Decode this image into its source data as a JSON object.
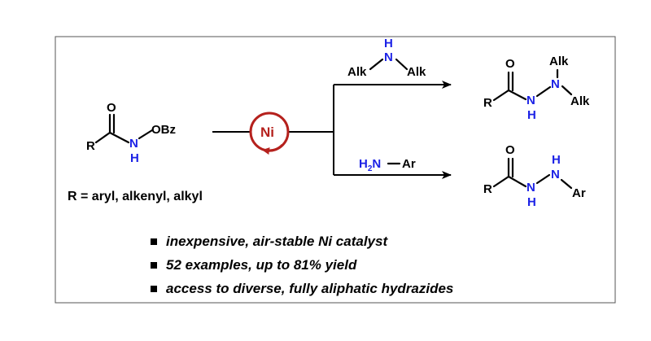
{
  "colors": {
    "nitrogen": "#1c22e6",
    "catalyst": "#b5211d",
    "text": "#000000",
    "frame": "#555555"
  },
  "atoms": {
    "O": "O",
    "N": "N",
    "H": "H",
    "R": "R",
    "OBz": "OBz",
    "Alk": "Alk",
    "Ar": "Ar",
    "H2N_H": "H",
    "H2N_sub": "2",
    "H2N_N": "N"
  },
  "catalyst": {
    "label": "Ni",
    "icon": "cycle-arrow-icon"
  },
  "substrate_r_definition": "R = aryl, alkenyl, alkyl",
  "highlights": [
    "inexpensive, air-stable Ni catalyst",
    "52 examples, up to 81% yield",
    "access to diverse, fully aliphatic hydrazides"
  ]
}
